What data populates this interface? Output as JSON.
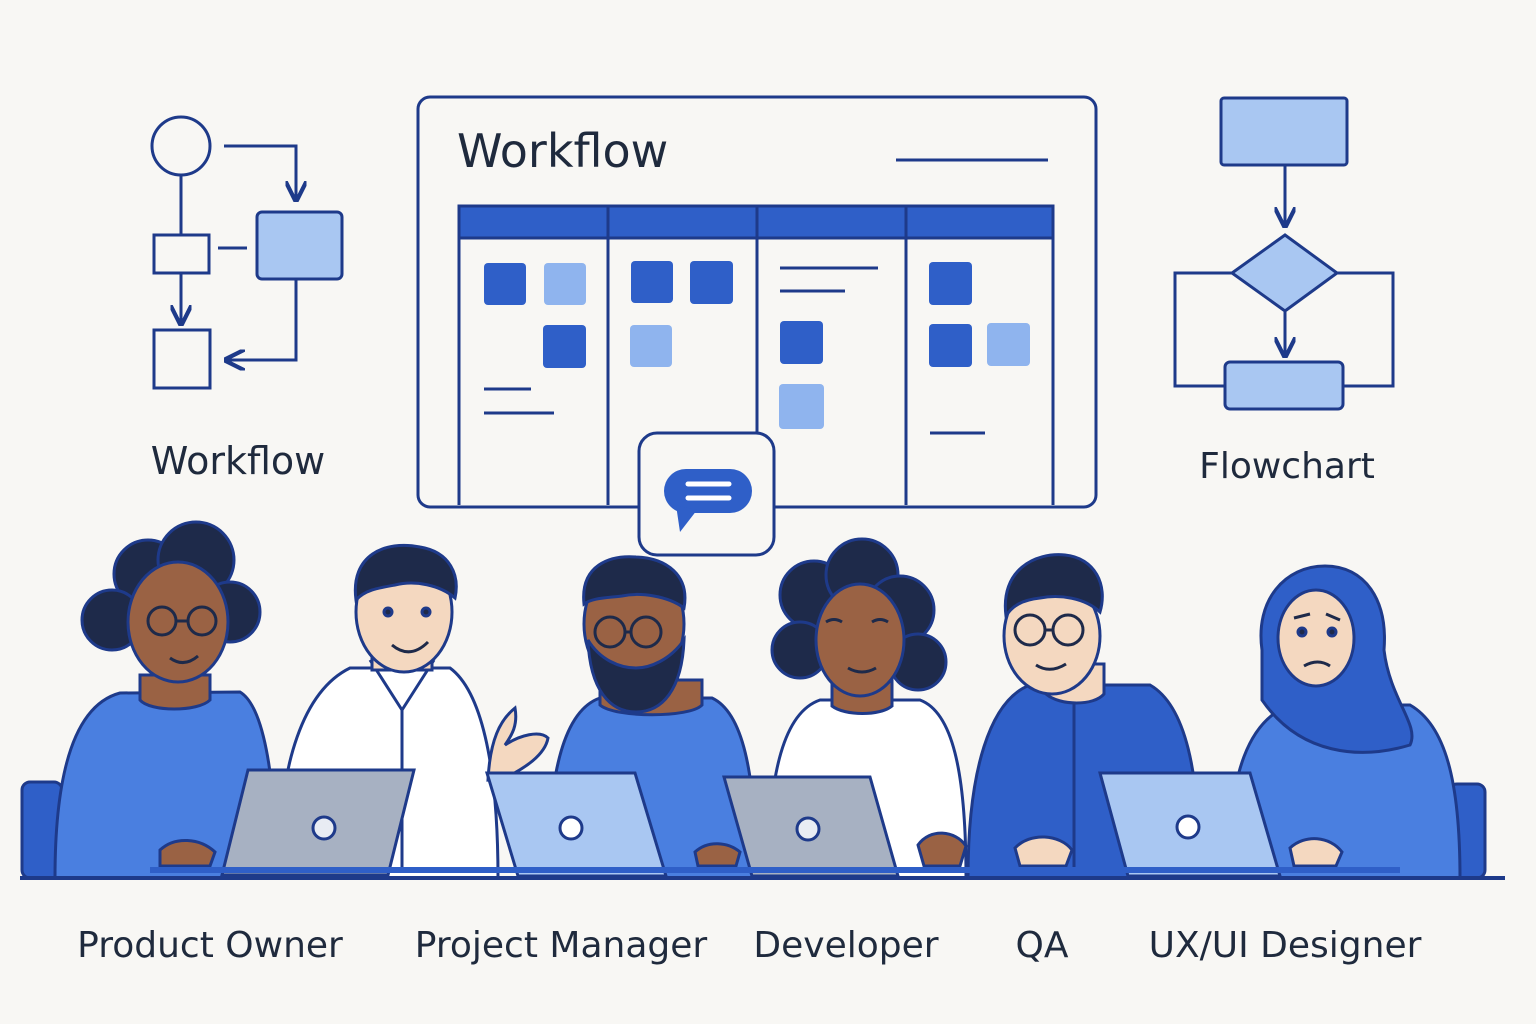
{
  "left_diagram": {
    "label": "Workflow"
  },
  "board": {
    "title": "Workflow",
    "columns": 4
  },
  "right_diagram": {
    "label": "Flowchart"
  },
  "chat_bubble": {
    "icon": "chat-icon"
  },
  "roles": [
    {
      "label": "Product Owner"
    },
    {
      "label": "Project Manager"
    },
    {
      "label": "Developer"
    },
    {
      "label": "QA"
    },
    {
      "label": "UX/UI Designer"
    }
  ],
  "colors": {
    "line": "#1e3a8a",
    "dark": "#2f5fc8",
    "mid": "#4a7fe0",
    "light": "#8fb4ee",
    "pale": "#a9c7f2",
    "text": "#1f2a3d",
    "laptop": "#a7b1c2",
    "skin_dark": "#9a6244",
    "skin_light": "#f4d8c0"
  }
}
